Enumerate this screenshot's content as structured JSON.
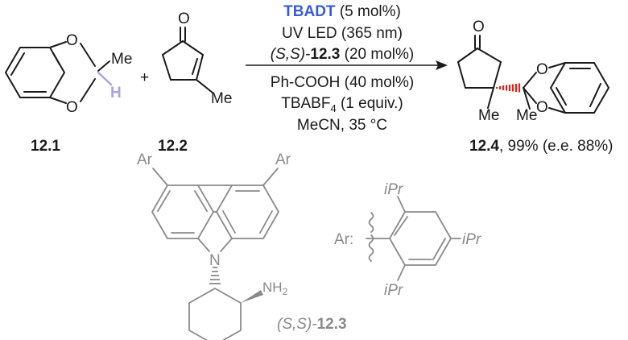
{
  "colors": {
    "ink": "#1a1a1a",
    "catalyst": "#3a5bd9",
    "highlight_h": "#a8a4dc",
    "secondary": "#8a8a8a"
  },
  "reactant1": {
    "label": "12.1",
    "atom_o1": "O",
    "atom_o2": "O",
    "substituent": "Me",
    "hydrogen": "H"
  },
  "reactant2": {
    "label": "12.2",
    "atom_o": "O",
    "substituent": "Me"
  },
  "plus": "+",
  "conditions": {
    "catalyst": "TBADT",
    "catalyst_loading": " (5 mol%)",
    "light": "UV LED (365 nm)",
    "ligand_prefix": "(S,S)-",
    "ligand_id": "12.3",
    "ligand_loading": " (20 mol%)",
    "additive": "Ph-COOH (40 mol%)",
    "salt_main": "TBABF",
    "salt_sub": "4",
    "salt_rest": " (1 equiv.)",
    "solvent": "MeCN, 35 °C"
  },
  "product": {
    "label": "12.4",
    "yield": ", 99% (e.e. 88%)",
    "atom_o_ketone": "O",
    "atom_o1": "O",
    "atom_o2": "O",
    "me1": "Me",
    "me2": "Me"
  },
  "aminocat": {
    "ar1": "Ar",
    "ar2": "Ar",
    "n": "N",
    "nh2_main": "NH",
    "nh2_sub": "2",
    "label_prefix": "(S,S)-",
    "label_id": "12.3"
  },
  "ar_def": {
    "prefix": "Ar:",
    "ipr_top": "iPr",
    "ipr_right": "iPr",
    "ipr_bottom": "iPr"
  }
}
